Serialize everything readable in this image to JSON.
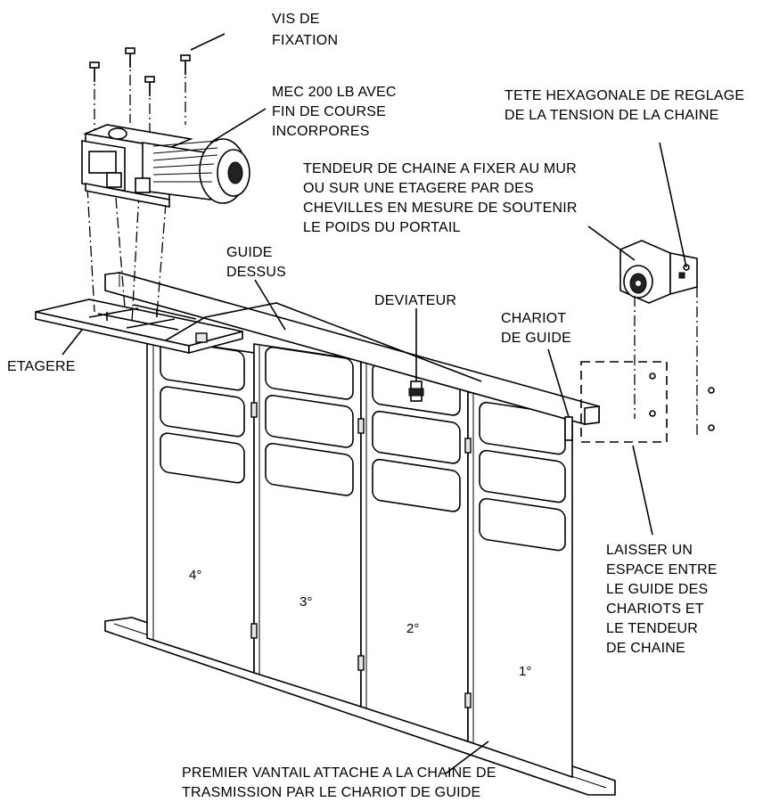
{
  "labels": {
    "vis_fixation": [
      "VIS DE",
      "FIXATION"
    ],
    "mec": [
      "MEC 200 LB AVEC",
      "FIN DE COURSE",
      "INCORPORES"
    ],
    "tete": [
      "TETE HEXAGONALE DE REGLAGE",
      "DE LA TENSION DE LA CHAINE"
    ],
    "tendeur": [
      "TENDEUR DE CHAINE A FIXER AU MUR",
      "OU SUR UNE ETAGERE PAR DES",
      "CHEVILLES EN MESURE DE SOUTENIR",
      "LE POIDS DU PORTAIL"
    ],
    "guide_dessus": [
      "GUIDE",
      "DESSUS"
    ],
    "deviateur": [
      "DEVIATEUR"
    ],
    "chariot": [
      "CHARIOT",
      "DE GUIDE"
    ],
    "etagere": [
      "ETAGERE"
    ],
    "laisser": [
      "LAISSER UN",
      "ESPACE ENTRE",
      "LE GUIDE DES",
      "CHARIOTS ET",
      "LE TENDEUR",
      "DE CHAINE"
    ],
    "premier": [
      "PREMIER VANTAIL ATTACHE A LA CHAINE DE",
      "TRASMISSION PAR LE CHARIOT DE GUIDE"
    ]
  },
  "panels": [
    "4°",
    "3°",
    "2°",
    "1°"
  ]
}
